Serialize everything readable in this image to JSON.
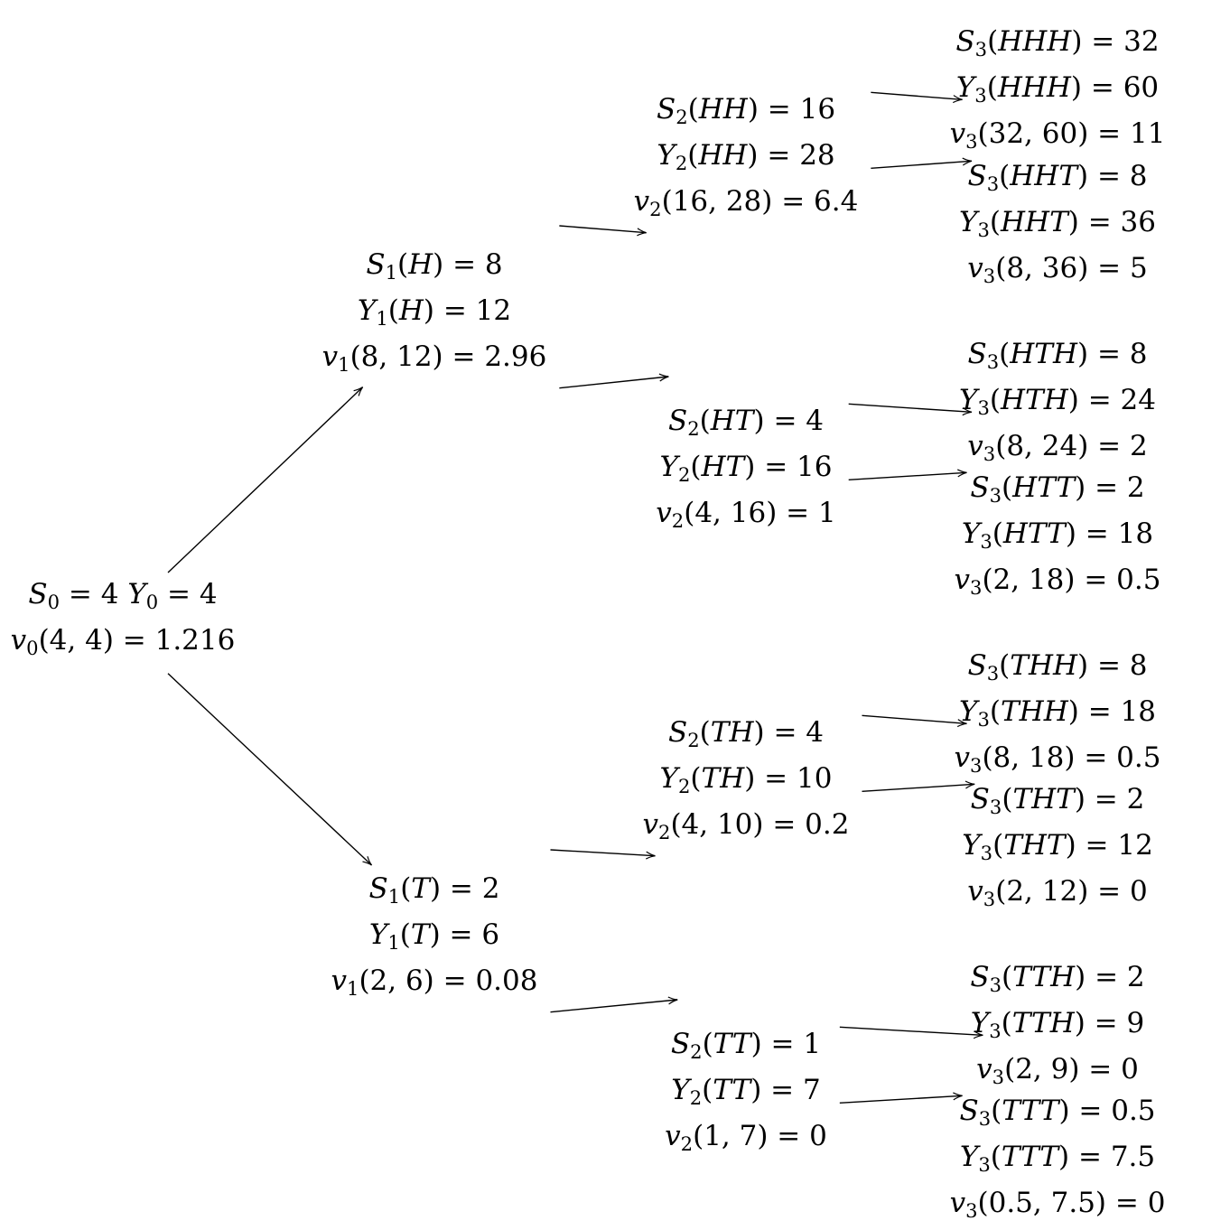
{
  "nodes": {
    "root": {
      "lines": [
        [
          {
            "t": "S",
            "i": true,
            "s": "0"
          },
          {
            "t": " = 4 "
          },
          {
            "t": "Y",
            "i": true,
            "s": "0"
          },
          {
            "t": " = 4"
          }
        ],
        [
          {
            "t": "v",
            "i": true,
            "s": "0"
          },
          {
            "t": "(4, 4) = 1.216"
          }
        ]
      ]
    },
    "h": {
      "lines": [
        [
          {
            "t": "S",
            "i": true,
            "s": "1"
          },
          {
            "t": "("
          },
          {
            "t": "H",
            "i": true
          },
          {
            "t": ") = 8"
          }
        ],
        [
          {
            "t": "Y",
            "i": true,
            "s": "1"
          },
          {
            "t": "("
          },
          {
            "t": "H",
            "i": true
          },
          {
            "t": ") = 12"
          }
        ],
        [
          {
            "t": "v",
            "i": true,
            "s": "1"
          },
          {
            "t": "(8, 12) = 2.96"
          }
        ]
      ]
    },
    "t": {
      "lines": [
        [
          {
            "t": "S",
            "i": true,
            "s": "1"
          },
          {
            "t": "("
          },
          {
            "t": "T",
            "i": true
          },
          {
            "t": ") = 2"
          }
        ],
        [
          {
            "t": "Y",
            "i": true,
            "s": "1"
          },
          {
            "t": "("
          },
          {
            "t": "T",
            "i": true
          },
          {
            "t": ") = 6"
          }
        ],
        [
          {
            "t": "v",
            "i": true,
            "s": "1"
          },
          {
            "t": "(2, 6) = 0.08"
          }
        ]
      ]
    },
    "hh": {
      "lines": [
        [
          {
            "t": "S",
            "i": true,
            "s": "2"
          },
          {
            "t": "("
          },
          {
            "t": "HH",
            "i": true
          },
          {
            "t": ") = 16"
          }
        ],
        [
          {
            "t": "Y",
            "i": true,
            "s": "2"
          },
          {
            "t": "("
          },
          {
            "t": "HH",
            "i": true
          },
          {
            "t": ") = 28"
          }
        ],
        [
          {
            "t": "v",
            "i": true,
            "s": "2"
          },
          {
            "t": "(16, 28) = 6.4"
          }
        ]
      ]
    },
    "ht": {
      "lines": [
        [
          {
            "t": "S",
            "i": true,
            "s": "2"
          },
          {
            "t": "("
          },
          {
            "t": "HT",
            "i": true
          },
          {
            "t": ") = 4"
          }
        ],
        [
          {
            "t": "Y",
            "i": true,
            "s": "2"
          },
          {
            "t": "("
          },
          {
            "t": "HT",
            "i": true
          },
          {
            "t": ") = 16"
          }
        ],
        [
          {
            "t": "v",
            "i": true,
            "s": "2"
          },
          {
            "t": "(4, 16) = 1"
          }
        ]
      ]
    },
    "th": {
      "lines": [
        [
          {
            "t": "S",
            "i": true,
            "s": "2"
          },
          {
            "t": "("
          },
          {
            "t": "TH",
            "i": true
          },
          {
            "t": ") = 4"
          }
        ],
        [
          {
            "t": "Y",
            "i": true,
            "s": "2"
          },
          {
            "t": "("
          },
          {
            "t": "TH",
            "i": true
          },
          {
            "t": ") = 10"
          }
        ],
        [
          {
            "t": "v",
            "i": true,
            "s": "2"
          },
          {
            "t": "(4, 10) = 0.2"
          }
        ]
      ]
    },
    "tt": {
      "lines": [
        [
          {
            "t": "S",
            "i": true,
            "s": "2"
          },
          {
            "t": "("
          },
          {
            "t": "TT",
            "i": true
          },
          {
            "t": ") = 1"
          }
        ],
        [
          {
            "t": "Y",
            "i": true,
            "s": "2"
          },
          {
            "t": "("
          },
          {
            "t": "TT",
            "i": true
          },
          {
            "t": ") = 7"
          }
        ],
        [
          {
            "t": "v",
            "i": true,
            "s": "2"
          },
          {
            "t": "(1, 7) = 0"
          }
        ]
      ]
    },
    "hhh": {
      "lines": [
        [
          {
            "t": "S",
            "i": true,
            "s": "3"
          },
          {
            "t": "("
          },
          {
            "t": "HHH",
            "i": true
          },
          {
            "t": ") = 32"
          }
        ],
        [
          {
            "t": "Y",
            "i": true,
            "s": "3"
          },
          {
            "t": "("
          },
          {
            "t": "HHH",
            "i": true
          },
          {
            "t": ") = 60"
          }
        ],
        [
          {
            "t": "v",
            "i": true,
            "s": "3"
          },
          {
            "t": "(32, 60) = 11"
          }
        ]
      ]
    },
    "hht": {
      "lines": [
        [
          {
            "t": "S",
            "i": true,
            "s": "3"
          },
          {
            "t": "("
          },
          {
            "t": "HHT",
            "i": true
          },
          {
            "t": ") = 8"
          }
        ],
        [
          {
            "t": "Y",
            "i": true,
            "s": "3"
          },
          {
            "t": "("
          },
          {
            "t": "HHT",
            "i": true
          },
          {
            "t": ") = 36"
          }
        ],
        [
          {
            "t": "v",
            "i": true,
            "s": "3"
          },
          {
            "t": "(8, 36) = 5"
          }
        ]
      ]
    },
    "hth": {
      "lines": [
        [
          {
            "t": "S",
            "i": true,
            "s": "3"
          },
          {
            "t": "("
          },
          {
            "t": "HTH",
            "i": true
          },
          {
            "t": ") = 8"
          }
        ],
        [
          {
            "t": "Y",
            "i": true,
            "s": "3"
          },
          {
            "t": "("
          },
          {
            "t": "HTH",
            "i": true
          },
          {
            "t": ") = 24"
          }
        ],
        [
          {
            "t": "v",
            "i": true,
            "s": "3"
          },
          {
            "t": "(8, 24) = 2"
          }
        ]
      ]
    },
    "htt": {
      "lines": [
        [
          {
            "t": "S",
            "i": true,
            "s": "3"
          },
          {
            "t": "("
          },
          {
            "t": "HTT",
            "i": true
          },
          {
            "t": ") = 2"
          }
        ],
        [
          {
            "t": "Y",
            "i": true,
            "s": "3"
          },
          {
            "t": "("
          },
          {
            "t": "HTT",
            "i": true
          },
          {
            "t": ") = 18"
          }
        ],
        [
          {
            "t": "v",
            "i": true,
            "s": "3"
          },
          {
            "t": "(2, 18) = 0.5"
          }
        ]
      ]
    },
    "thh": {
      "lines": [
        [
          {
            "t": "S",
            "i": true,
            "s": "3"
          },
          {
            "t": "("
          },
          {
            "t": "THH",
            "i": true
          },
          {
            "t": ") = 8"
          }
        ],
        [
          {
            "t": "Y",
            "i": true,
            "s": "3"
          },
          {
            "t": "("
          },
          {
            "t": "THH",
            "i": true
          },
          {
            "t": ") = 18"
          }
        ],
        [
          {
            "t": "v",
            "i": true,
            "s": "3"
          },
          {
            "t": "(8, 18) = 0.5"
          }
        ]
      ]
    },
    "tht": {
      "lines": [
        [
          {
            "t": "S",
            "i": true,
            "s": "3"
          },
          {
            "t": "("
          },
          {
            "t": "THT",
            "i": true
          },
          {
            "t": ") = 2"
          }
        ],
        [
          {
            "t": "Y",
            "i": true,
            "s": "3"
          },
          {
            "t": "("
          },
          {
            "t": "THT",
            "i": true
          },
          {
            "t": ") = 12"
          }
        ],
        [
          {
            "t": "v",
            "i": true,
            "s": "3"
          },
          {
            "t": "(2, 12) = 0"
          }
        ]
      ]
    },
    "tth": {
      "lines": [
        [
          {
            "t": "S",
            "i": true,
            "s": "3"
          },
          {
            "t": "("
          },
          {
            "t": "TTH",
            "i": true
          },
          {
            "t": ") = 2"
          }
        ],
        [
          {
            "t": "Y",
            "i": true,
            "s": "3"
          },
          {
            "t": "("
          },
          {
            "t": "TTH",
            "i": true
          },
          {
            "t": ") = 9"
          }
        ],
        [
          {
            "t": "v",
            "i": true,
            "s": "3"
          },
          {
            "t": "(2, 9) = 0"
          }
        ]
      ]
    },
    "ttt": {
      "lines": [
        [
          {
            "t": "S",
            "i": true,
            "s": "3"
          },
          {
            "t": "("
          },
          {
            "t": "TTT",
            "i": true
          },
          {
            "t": ") = 0.5"
          }
        ],
        [
          {
            "t": "Y",
            "i": true,
            "s": "3"
          },
          {
            "t": "("
          },
          {
            "t": "TTT",
            "i": true
          },
          {
            "t": ") = 7.5"
          }
        ],
        [
          {
            "t": "v",
            "i": true,
            "s": "3"
          },
          {
            "t": "(0.5, 7.5) = 0"
          }
        ]
      ]
    }
  },
  "edges": [
    [
      "root",
      "h"
    ],
    [
      "root",
      "t"
    ],
    [
      "h",
      "hh"
    ],
    [
      "h",
      "ht"
    ],
    [
      "t",
      "th"
    ],
    [
      "t",
      "tt"
    ],
    [
      "hh",
      "hhh"
    ],
    [
      "hh",
      "hht"
    ],
    [
      "ht",
      "hth"
    ],
    [
      "ht",
      "htt"
    ],
    [
      "th",
      "thh"
    ],
    [
      "th",
      "tht"
    ],
    [
      "tt",
      "tth"
    ],
    [
      "tt",
      "ttt"
    ]
  ]
}
